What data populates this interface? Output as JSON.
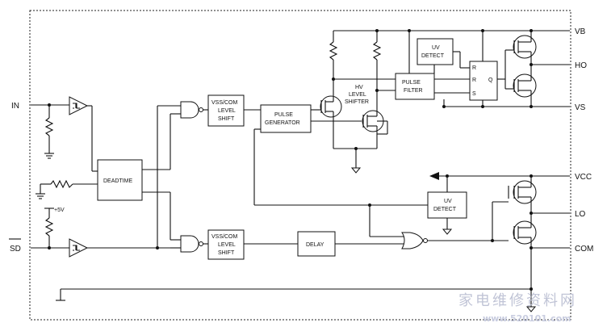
{
  "pins": {
    "in": "IN",
    "sd": "SD",
    "vb": "VB",
    "ho": "HO",
    "vs": "VS",
    "vcc": "VCC",
    "lo": "LO",
    "com": "COM"
  },
  "blocks": {
    "deadtime": "DEADTIME",
    "level_shift_high": [
      "VSS/COM",
      "LEVEL",
      "SHIFT"
    ],
    "level_shift_low": [
      "VSS/COM",
      "LEVEL",
      "SHIFT"
    ],
    "pulse_generator": [
      "PULSE",
      "GENERATOR"
    ],
    "hv_level_shifter": [
      "HV",
      "LEVEL",
      "SHIFTER"
    ],
    "pulse_filter": [
      "PULSE",
      "FILTER"
    ],
    "uv_detect_high": [
      "UV",
      "DETECT"
    ],
    "uv_detect_low": [
      "UV",
      "DETECT"
    ],
    "latch_inputs": [
      "R",
      "R",
      "S"
    ],
    "latch_output": "Q",
    "delay": "DELAY"
  },
  "supply_label": "+5V",
  "watermark": {
    "text": "家电维修资料网",
    "url": "www.520101.com"
  }
}
